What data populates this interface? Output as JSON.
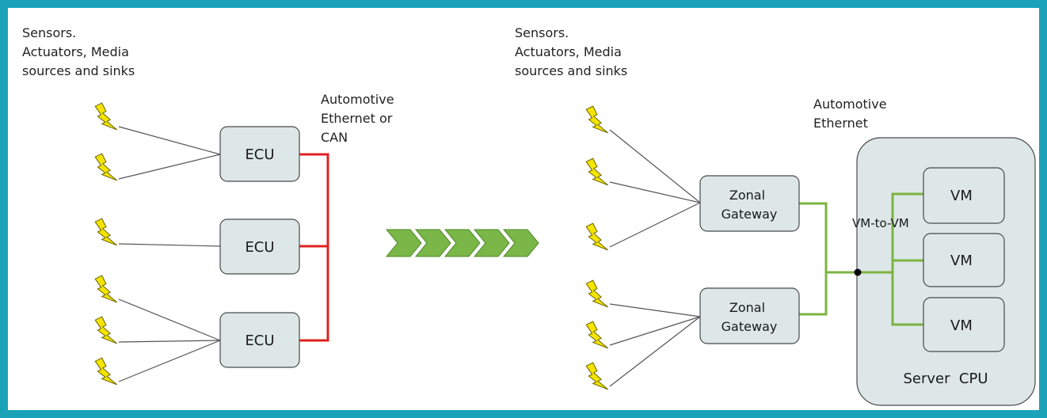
{
  "left": {
    "title_lines": [
      "Sensors.",
      "Actuators, Media",
      "sources and sinks"
    ],
    "network_lines": [
      "Automotive",
      "Ethernet or",
      "CAN"
    ],
    "ecu_label": "ECU"
  },
  "right": {
    "title_lines": [
      "Sensors.",
      "Actuators, Media",
      "sources and sinks"
    ],
    "network_lines": [
      "Automotive",
      "Ethernet"
    ],
    "gateway_lines": [
      "Zonal",
      "Gateway"
    ],
    "vm_label": "VM",
    "vm_to_vm_label": "VM-to-VM",
    "server_label": "Server  CPU"
  },
  "colors": {
    "frame": "#1aa3b8",
    "box_fill": "#dde7e7",
    "box_stroke": "#4a4a4a",
    "can_bus": "#e02020",
    "ethernet": "#7cb342",
    "chevron": "#7ab648",
    "sensor_icon": "#f5e400"
  },
  "icons": {
    "sensor": "lightning-bolt-icon",
    "transition": "chevron-arrow-icon"
  }
}
